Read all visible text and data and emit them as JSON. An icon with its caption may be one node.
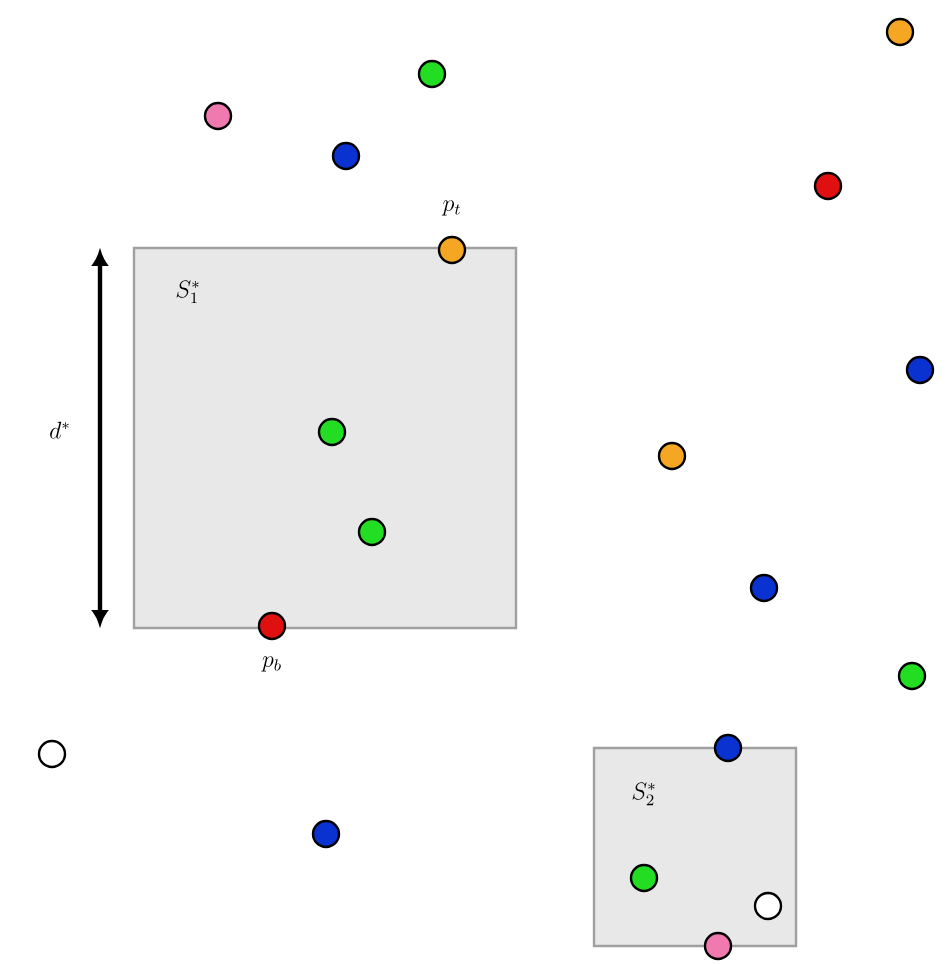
{
  "diagram": {
    "nodes": [
      {
        "text": [
          "S_1^*"
        ]
      },
      {
        "text": [
          "S_2^*"
        ]
      }
    ],
    "labels": [
      "p_t",
      "d^*",
      "p_b"
    ]
  }
}
